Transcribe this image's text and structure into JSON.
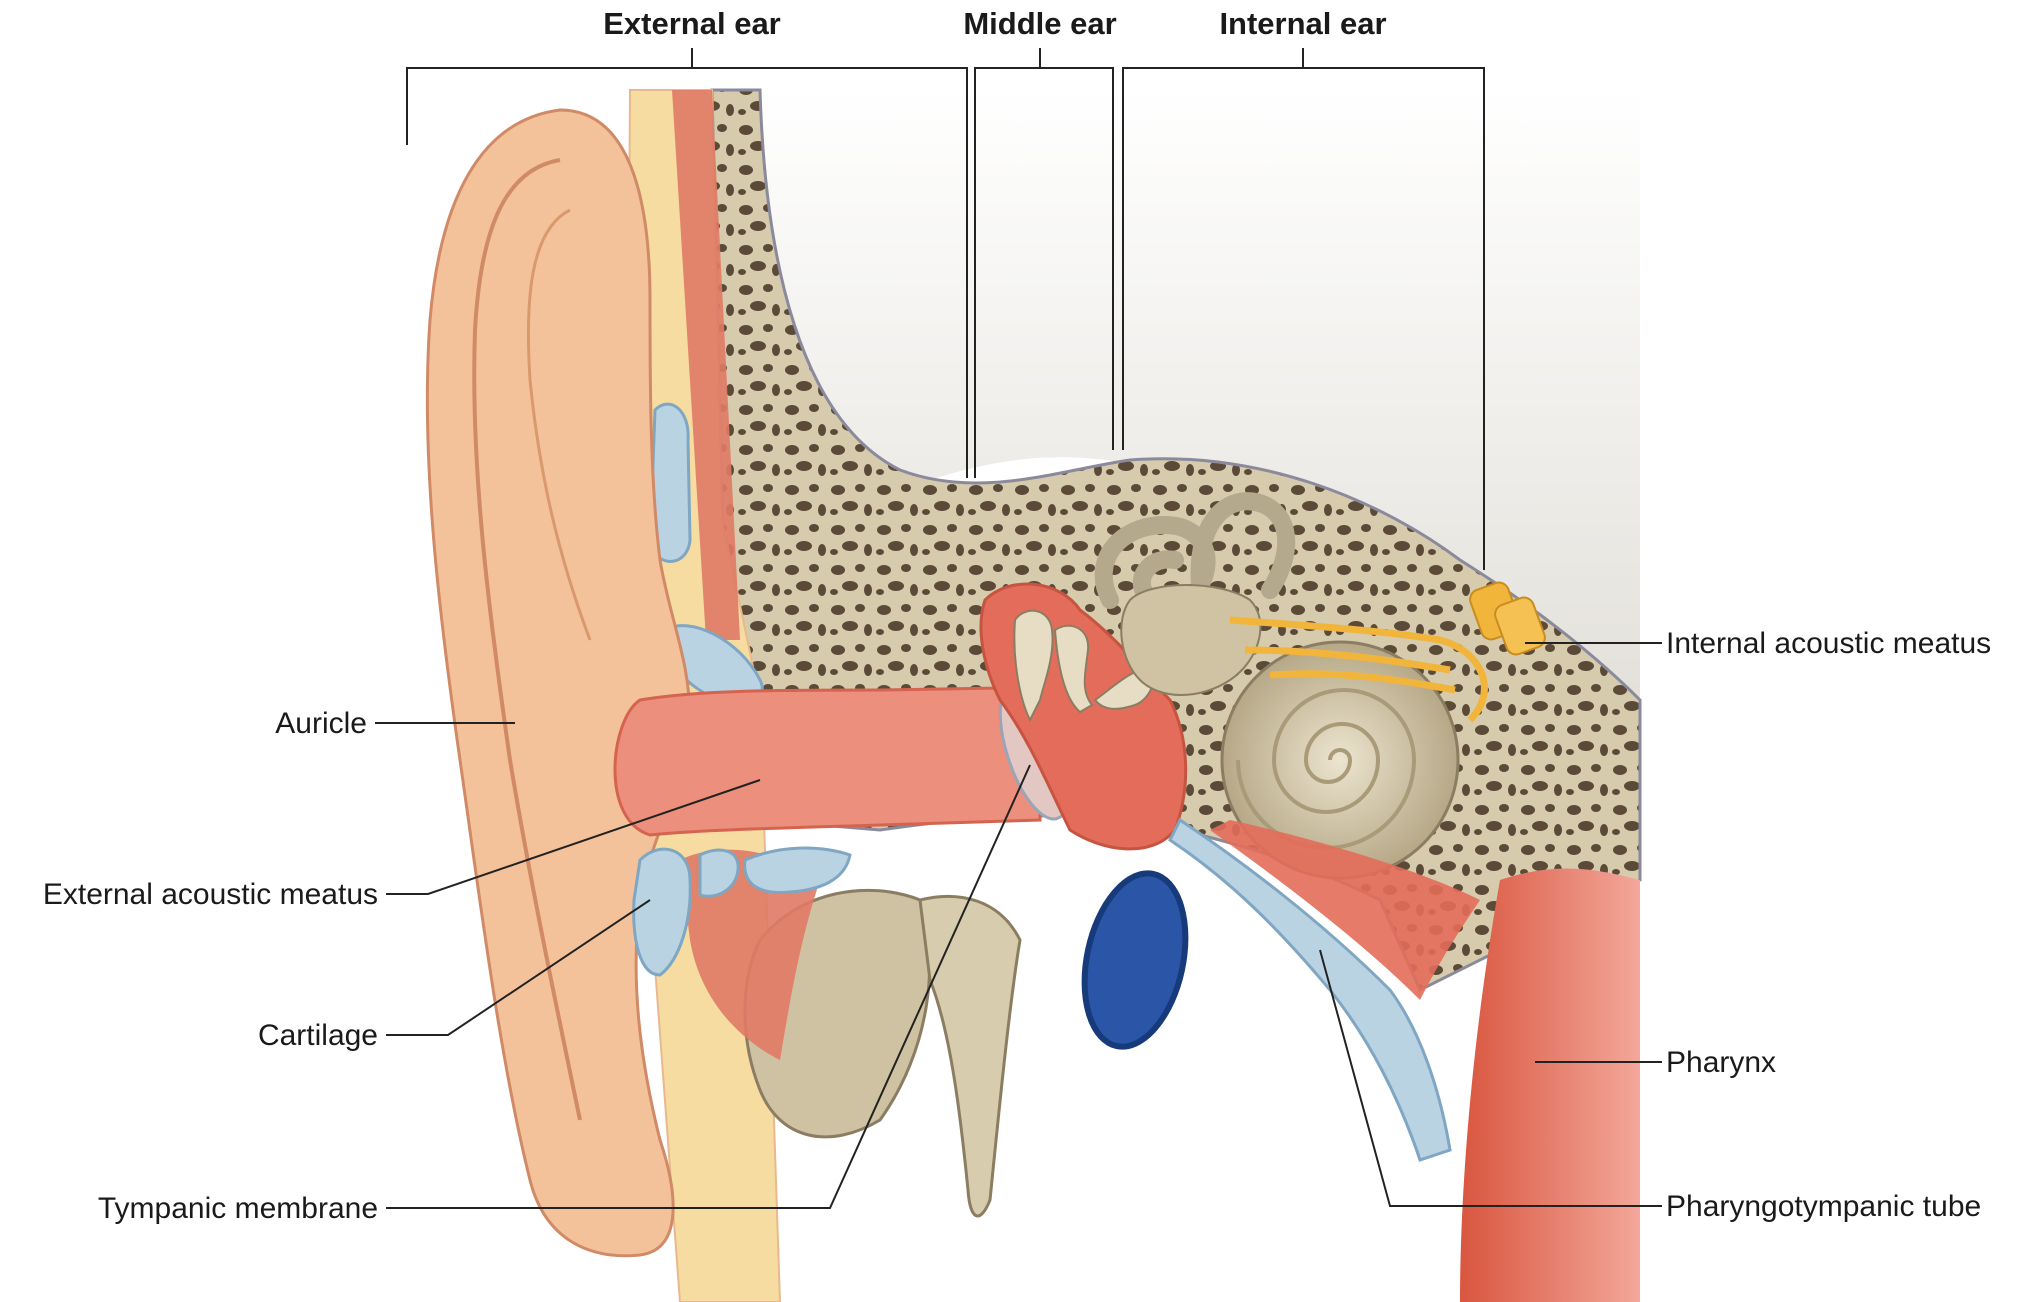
{
  "headers": {
    "external": "External ear",
    "middle": "Middle ear",
    "internal": "Internal ear"
  },
  "labels": {
    "auricle": "Auricle",
    "external_acoustic_meatus": "External acoustic meatus",
    "cartilage": "Cartilage",
    "tympanic_membrane": "Tympanic membrane",
    "internal_acoustic_meatus": "Internal acoustic meatus",
    "pharynx": "Pharynx",
    "pharyngotympanic_tube": "Pharyngotympanic tube"
  },
  "colors": {
    "skin": "#f4c29a",
    "cartilage": "#b9d3e3",
    "muscle": "#e0705c",
    "bone": "#d8ccae",
    "nerve": "#f2b53c",
    "vein": "#2b56a8"
  }
}
